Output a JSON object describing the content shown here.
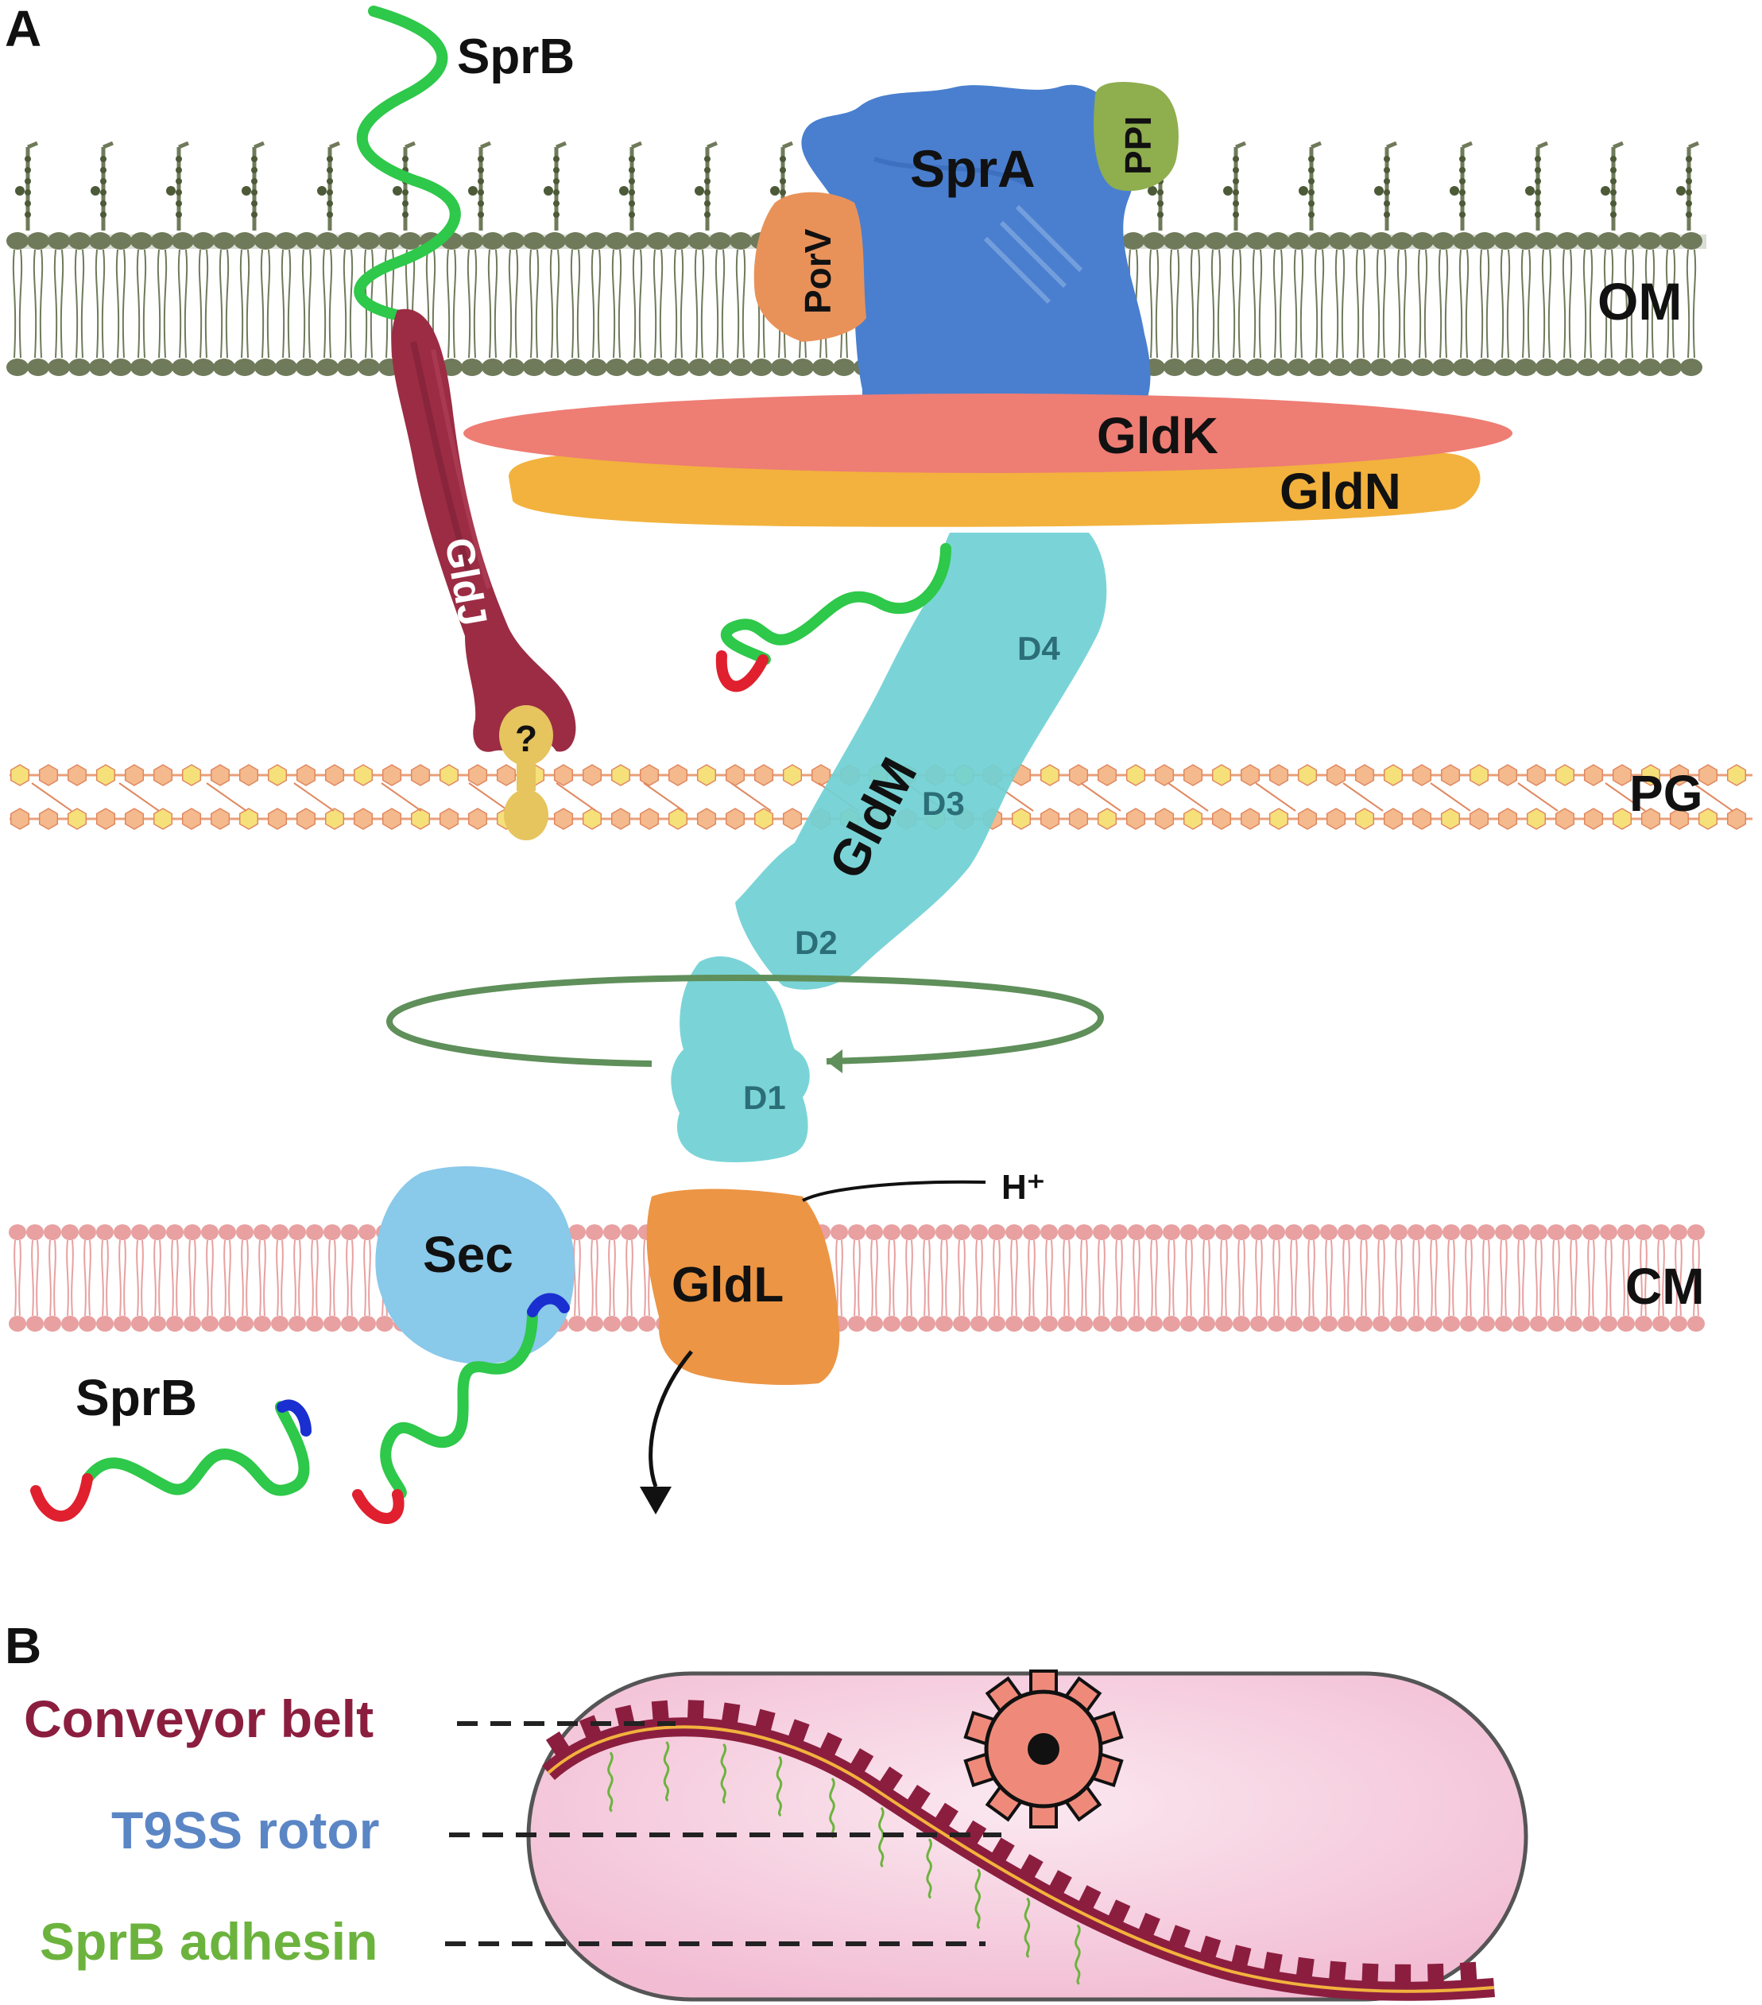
{
  "panel_a": {
    "panel_letter": "A",
    "membranes": {
      "outer": "OM",
      "peptidoglycan": "PG",
      "cytoplasmic": "CM"
    },
    "proteins": {
      "sprb_top": "SprB",
      "spra": "SprA",
      "ppi": "PPI",
      "porv": "PorV",
      "gldk": "GldK",
      "gldn": "GldN",
      "gldj": "GldJ",
      "unknown": "?",
      "gldm": "GldM",
      "gldl": "GldL",
      "sec": "Sec",
      "sprb_bottom": "SprB"
    },
    "domains": {
      "d1": "D1",
      "d2": "D2",
      "d3": "D3",
      "d4": "D4"
    },
    "proton": "H⁺"
  },
  "panel_b": {
    "panel_letter": "B",
    "labels": {
      "conveyor": "Conveyor belt",
      "rotor": "T9SS rotor",
      "adhesin": "SprB adhesin"
    }
  },
  "colors": {
    "om_lipid": "#6f7a5a",
    "cm_lipid": "#e8a0a0",
    "pg_hex_orange": "#f4b98c",
    "pg_hex_yellow": "#f6e07a",
    "spra": "#4a7fcf",
    "ppi": "#8fae4e",
    "porv": "#e8925a",
    "gldk": "#ee7d74",
    "gldn": "#f2b23d",
    "gldj": "#9b2c44",
    "gldm": "#6fd0d4",
    "gldl": "#ec9544",
    "sec": "#89c9ea",
    "sprb_green": "#2ec84a",
    "sprb_red": "#e0202e",
    "sprb_blue": "#1a2fd0",
    "rotation_arrow": "#5f8f5a",
    "conveyor_label": "#8b1e3f",
    "rotor_label": "#5b86c5",
    "adhesin_label": "#6cb33e",
    "cell_fill": "#f6cfe0",
    "gear": "#ef8a7a"
  }
}
